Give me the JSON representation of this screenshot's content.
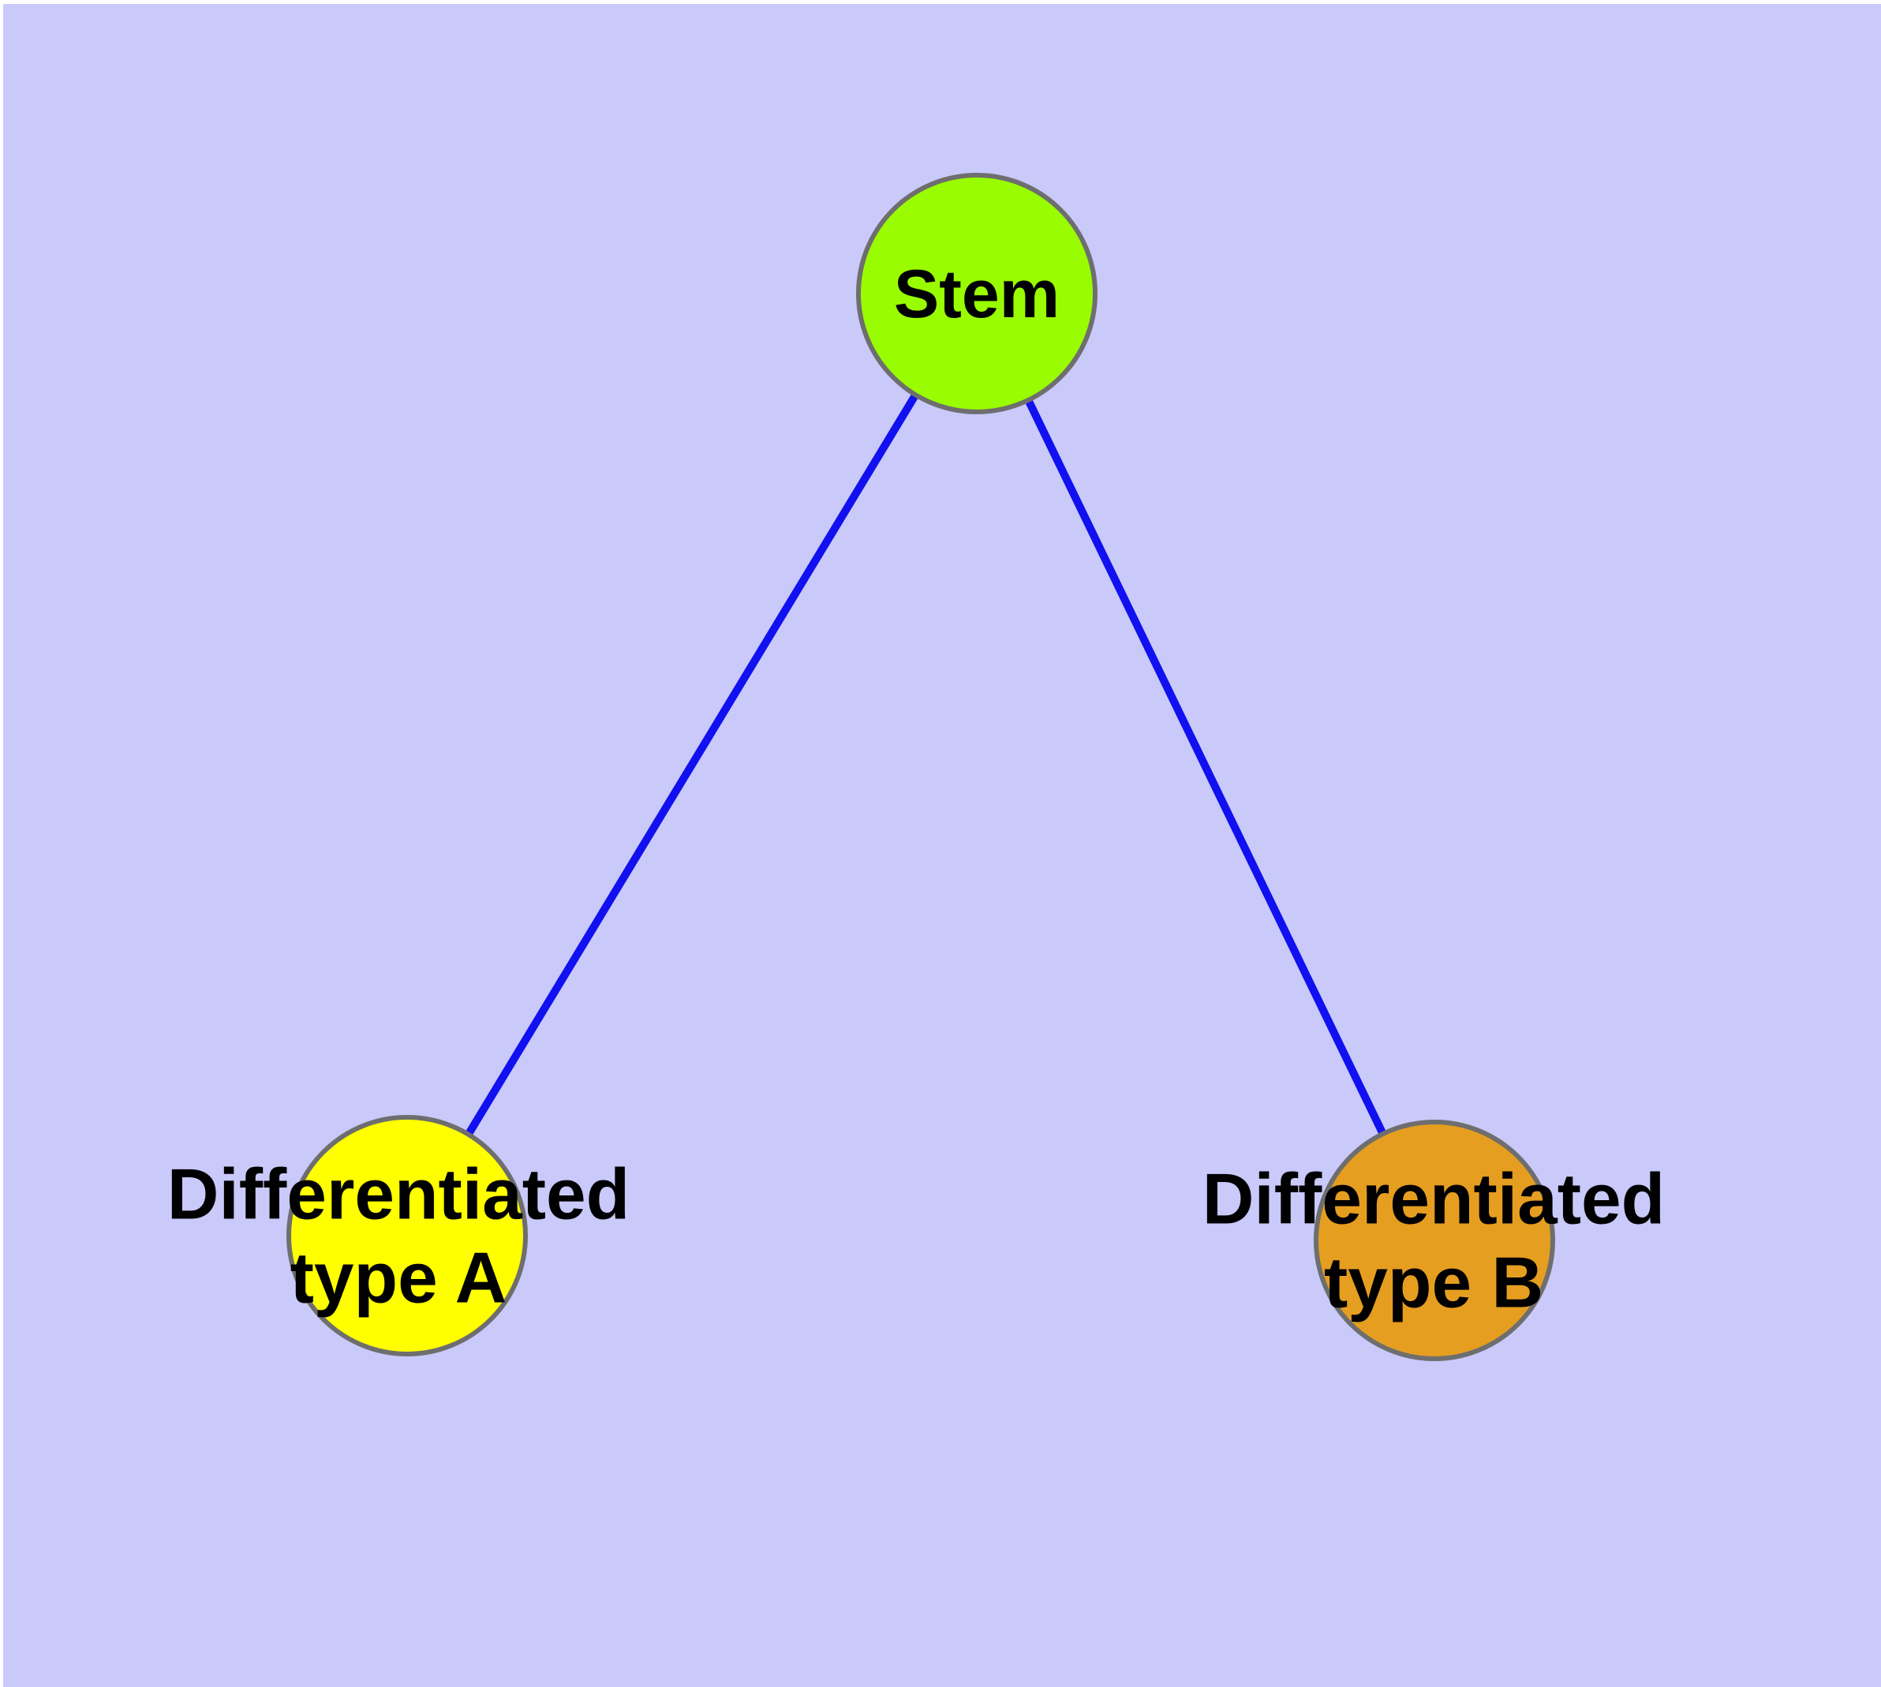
{
  "diagram": {
    "background_color": "#C9C9FA",
    "edge_color": "#1010F0",
    "node_border_color": "#6E6E6E",
    "nodes": [
      {
        "id": "stem",
        "label": "Stem",
        "fill": "#99FC00"
      },
      {
        "id": "differentiated-type-a",
        "label_line1": "Differentiated",
        "label_line2": "type A",
        "fill": "#FFFF00"
      },
      {
        "id": "differentiated-type-b",
        "label_line1": "Differentiated",
        "label_line2": "type B",
        "fill": "#E69E20"
      }
    ],
    "edges": [
      {
        "from": "stem",
        "to": "differentiated-type-a"
      },
      {
        "from": "stem",
        "to": "differentiated-type-b"
      }
    ]
  }
}
